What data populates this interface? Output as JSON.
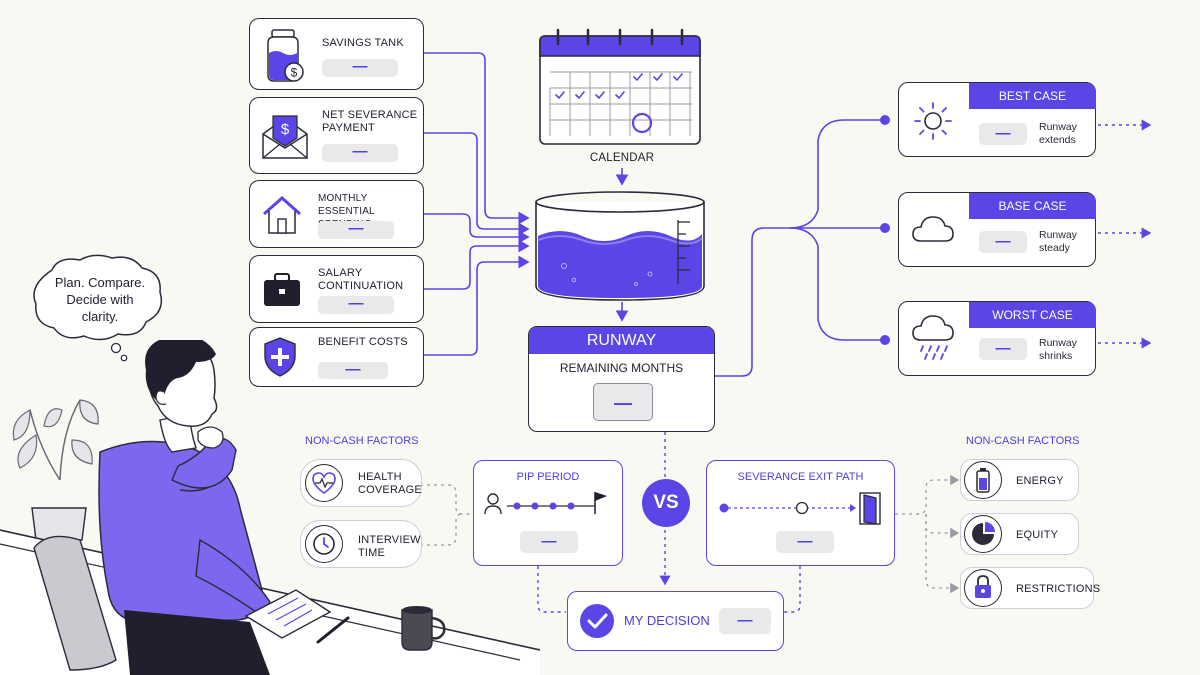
{
  "inputs": [
    {
      "label": "SAVINGS TANK",
      "value": "—",
      "icon": "savings-jar-icon"
    },
    {
      "label": "NET SEVERANCE PAYMENT",
      "value": "—",
      "icon": "envelope-dollar-icon"
    },
    {
      "label": "MONTHLY ESSENTIAL SPENDING",
      "value": "—",
      "icon": "house-icon"
    },
    {
      "label": "SALARY CONTINUATION",
      "value": "—",
      "icon": "briefcase-icon"
    },
    {
      "label": "BENEFIT COSTS",
      "value": "—",
      "icon": "shield-plus-icon"
    }
  ],
  "calendar": {
    "label": "CALENDAR",
    "icon": "calendar-icon"
  },
  "runway": {
    "title": "RUNWAY",
    "subtitle": "REMAINING MONTHS",
    "value": "—"
  },
  "scenarios": [
    {
      "title": "BEST CASE",
      "value": "—",
      "note": "Runway extends",
      "icon": "sun-icon"
    },
    {
      "title": "BASE CASE",
      "value": "—",
      "note": "Runway steady",
      "icon": "cloud-icon"
    },
    {
      "title": "WORST CASE",
      "value": "—",
      "note": "Runway shrinks",
      "icon": "rain-cloud-icon"
    }
  ],
  "thought": "Plan. Compare. Decide with clarity.",
  "noncash_left": {
    "title": "NON-CASH FACTORS",
    "items": [
      {
        "label": "HEALTH COVERAGE",
        "icon": "heart-pulse-icon"
      },
      {
        "label": "INTERVIEW TIME",
        "icon": "clock-icon"
      }
    ]
  },
  "noncash_right": {
    "title": "NON-CASH FACTORS",
    "items": [
      {
        "label": "ENERGY",
        "icon": "battery-icon"
      },
      {
        "label": "EQUITY",
        "icon": "pie-chart-icon"
      },
      {
        "label": "RESTRICTIONS",
        "icon": "lock-icon"
      }
    ]
  },
  "pip": {
    "title": "PIP PERIOD",
    "value": "—"
  },
  "vs": "VS",
  "severance": {
    "title": "SEVERANCE EXIT PATH",
    "value": "—"
  },
  "decision": {
    "title": "MY DECISION",
    "value": "—"
  },
  "colors": {
    "accent": "#5b45e6",
    "ink": "#2b2b3a",
    "background": "#faf8f3"
  }
}
